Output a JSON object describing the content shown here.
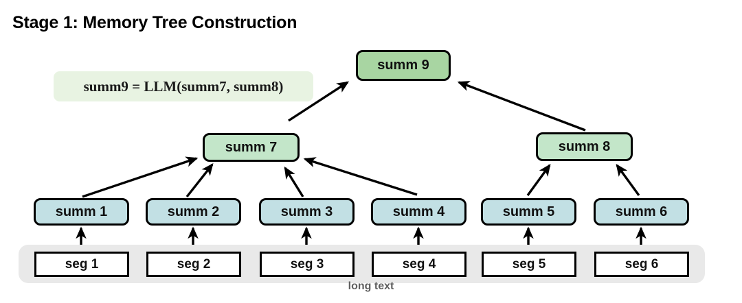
{
  "title": "Stage 1: Memory Tree Construction",
  "formula": {
    "text": "summ9 = LLM(summ7, summ8)",
    "background": "#e8f3e2"
  },
  "colors": {
    "root_node": "#a8d5a2",
    "mid_node": "#c3e6c9",
    "leaf_node": "#c2e0e4",
    "segment_node": "#ffffff",
    "long_text_bar": "#e9e9e9",
    "long_text_label": "#5f5f5f",
    "stroke": "#000000"
  },
  "nodes": {
    "root": {
      "label": "summ 9"
    },
    "mid": [
      {
        "label": "summ 7"
      },
      {
        "label": "summ 8"
      }
    ],
    "leaves": [
      {
        "label": "summ 1"
      },
      {
        "label": "summ 2"
      },
      {
        "label": "summ 3"
      },
      {
        "label": "summ 4"
      },
      {
        "label": "summ 5"
      },
      {
        "label": "summ 6"
      }
    ],
    "segments": [
      {
        "label": "seg 1"
      },
      {
        "label": "seg 2"
      },
      {
        "label": "seg 3"
      },
      {
        "label": "seg 4"
      },
      {
        "label": "seg 5"
      },
      {
        "label": "seg 6"
      }
    ]
  },
  "long_text": {
    "label": "long text"
  },
  "edges": [
    {
      "from": "seg 1",
      "to": "summ 1"
    },
    {
      "from": "seg 2",
      "to": "summ 2"
    },
    {
      "from": "seg 3",
      "to": "summ 3"
    },
    {
      "from": "seg 4",
      "to": "summ 4"
    },
    {
      "from": "seg 5",
      "to": "summ 5"
    },
    {
      "from": "seg 6",
      "to": "summ 6"
    },
    {
      "from": "summ 1",
      "to": "summ 7"
    },
    {
      "from": "summ 2",
      "to": "summ 7"
    },
    {
      "from": "summ 3",
      "to": "summ 7"
    },
    {
      "from": "summ 4",
      "to": "summ 7"
    },
    {
      "from": "summ 5",
      "to": "summ 8"
    },
    {
      "from": "summ 6",
      "to": "summ 8"
    },
    {
      "from": "summ 7",
      "to": "summ 9"
    },
    {
      "from": "summ 8",
      "to": "summ 9"
    }
  ]
}
